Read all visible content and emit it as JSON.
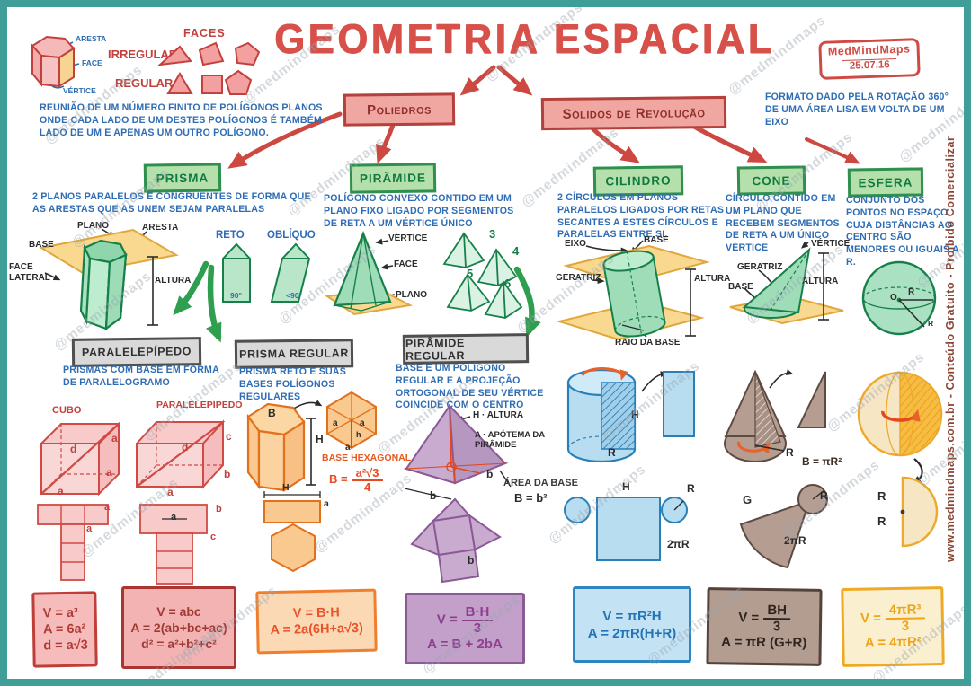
{
  "watermark": "@medmindmaps",
  "credit": "www.medmindmaps.com.br  -  Conteúdo Gratuito  -  Proibido Comercializar",
  "stamp": {
    "name": "MedMindMaps",
    "date": "25.07.16"
  },
  "title": "GEOMETRIA ESPACIAL",
  "legend": {
    "aresta": "ARESTA",
    "face": "FACE",
    "vertice": "VÉRTICE",
    "faces_title": "FACES",
    "irregular": "IRREGULAR",
    "regular": "REGULAR"
  },
  "poliedros": {
    "label": "Poliedros",
    "definition": "REUNIÃO DE UM NÚMERO FINITO DE POLÍGONOS PLANOS ONDE CADA LADO DE UM DESTES POLÍGONOS É TAMBÉM LADO DE UM E APENAS UM OUTRO POLÍGONO."
  },
  "solidos": {
    "label": "Sólidos de Revolução",
    "definition": "FORMATO DADO PELA ROTAÇÃO 360° DE UMA ÁREA LISA EM VOLTA DE UM EIXO"
  },
  "prisma": {
    "title": "PRISMA",
    "definition": "2 PLANOS PARALELOS E CONGRUENTES DE FORMA QUE AS ARESTAS QUE AS UNEM SEJAM PARALELAS",
    "plano": "PLANO",
    "aresta": "ARESTA",
    "base": "BASE",
    "face_lateral": "FACE LATERAL",
    "altura": "ALTURA",
    "reto": "RETO",
    "obliquo": "OBLÍQUO",
    "angulo_reto": "90°",
    "angulo_obliquo": "<90°"
  },
  "piramide": {
    "title": "PIRÂMIDE",
    "definition": "POLÍGONO CONVEXO CONTIDO EM UM PLANO FIXO LIGADO POR SEGMENTOS DE RETA A UM VÉRTICE ÚNICO",
    "vertice": "VÉRTICE",
    "face": "FACE",
    "plano": "PLANO",
    "num3": "3",
    "num4": "4",
    "num5": "5",
    "num6": "6"
  },
  "cilindro": {
    "title": "CILINDRO",
    "definition": "2 CÍRCULOS EM PLANOS PARALELOS LIGADOS POR RETAS SECANTES A ESTES CÍRCULOS E PARALELAS ENTRE SI.",
    "eixo": "EIXO",
    "base": "BASE",
    "geratriz": "GERATRIZ",
    "altura": "ALTURA",
    "raio": "RAIO DA BASE"
  },
  "cone": {
    "title": "CONE",
    "definition": "CÍRCULO CONTIDO EM UM PLANO QUE RECEBEM SEGMENTOS DE RETA A UM ÚNICO VÉRTICE",
    "geratriz": "GERATRIZ",
    "vertice": "VÉRTICE",
    "base": "BASE",
    "altura": "ALTURA"
  },
  "esfera": {
    "title": "ESFERA",
    "definition": "CONJUNTO DOS PONTOS NO ESPAÇO CUJA DISTÂNCIAS AO CENTRO SÃO MENORES OU IGUAIS A R.",
    "o": "O",
    "r": "R",
    "r2": "R"
  },
  "paralelepipedo": {
    "title": "PARALELEPÍPEDO",
    "definition": "PRISMAS COM BASE EM FORMA DE PARALELOGRAMO",
    "cubo_label": "CUBO",
    "par_label": "PARALELEPÍPEDO",
    "cube": {
      "d": "d",
      "a1": "a",
      "a2": "a",
      "a3": "a"
    },
    "par": {
      "d": "d",
      "a": "a",
      "b": "b",
      "c": "c"
    },
    "cube_net": {
      "a1": "a",
      "a2": "a"
    },
    "par_net": {
      "a": "a",
      "b": "b",
      "c": "c"
    }
  },
  "prisma_regular": {
    "title": "PRISMA REGULAR",
    "definition": "PRISMA RETO E SUAS BASES POLÍGONOS REGULARES",
    "b": "B",
    "h": "H",
    "hex_a1": "a",
    "hex_a2": "a",
    "hex_h": "h",
    "hex_a3": "a",
    "base_hex": "BASE HEXAGONAL",
    "formula_lhs": "B =",
    "formula_num": "a²√3",
    "formula_den": "4",
    "face_h": "H",
    "face_a": "a"
  },
  "piramide_regular": {
    "title": "PIRÂMIDE REGULAR",
    "definition": "BASE É UM POLÍGONO REGULAR E A PROJEÇÃO ORTOGONAL DE SEU VÉRTICE COINCIDE COM O CENTRO",
    "h_label": "H · ALTURA",
    "a_label": "A · APÓTEMA DA PIRÂMIDE",
    "b1": "b",
    "b2": "b",
    "area_title": "ÁREA DA BASE",
    "area_formula": "B = b²",
    "net_b": "b"
  },
  "cilindro_rev": {
    "h": "H",
    "r": "R",
    "net_h": "H",
    "net_r": "R",
    "net_circ": "2πR"
  },
  "cone_rev": {
    "r": "R",
    "base_formula": "B = πR²",
    "g": "G",
    "net_r": "R",
    "net_circ": "2πR"
  },
  "esfera_rev": {
    "r1": "R",
    "r2": "R"
  },
  "formulas": {
    "cubo": {
      "l1": "V = a³",
      "l2": "A = 6a²",
      "l3": "d = a√3"
    },
    "paralelepipedo": {
      "l1": "V = abc",
      "l2": "A = 2(ab+bc+ac)",
      "l3": "d² = a²+b²+c²"
    },
    "prisma": {
      "l1": "V = B·H",
      "l2": "A = 2a(6H+a√3)"
    },
    "piramide": {
      "v_lhs": "V =",
      "v_num": "B·H",
      "v_den": "3",
      "a": "A =  B + 2bA"
    },
    "cilindro": {
      "l1": "V = πR²H",
      "l2": "A = 2πR(H+R)"
    },
    "cone": {
      "v_lhs": "V =",
      "v_num": "BH",
      "v_den": "3",
      "a": "A = πR (G+R)"
    },
    "esfera": {
      "v_lhs": "V =",
      "v_num": "4πR³",
      "v_den": "3",
      "a": "A = 4πR²"
    }
  }
}
